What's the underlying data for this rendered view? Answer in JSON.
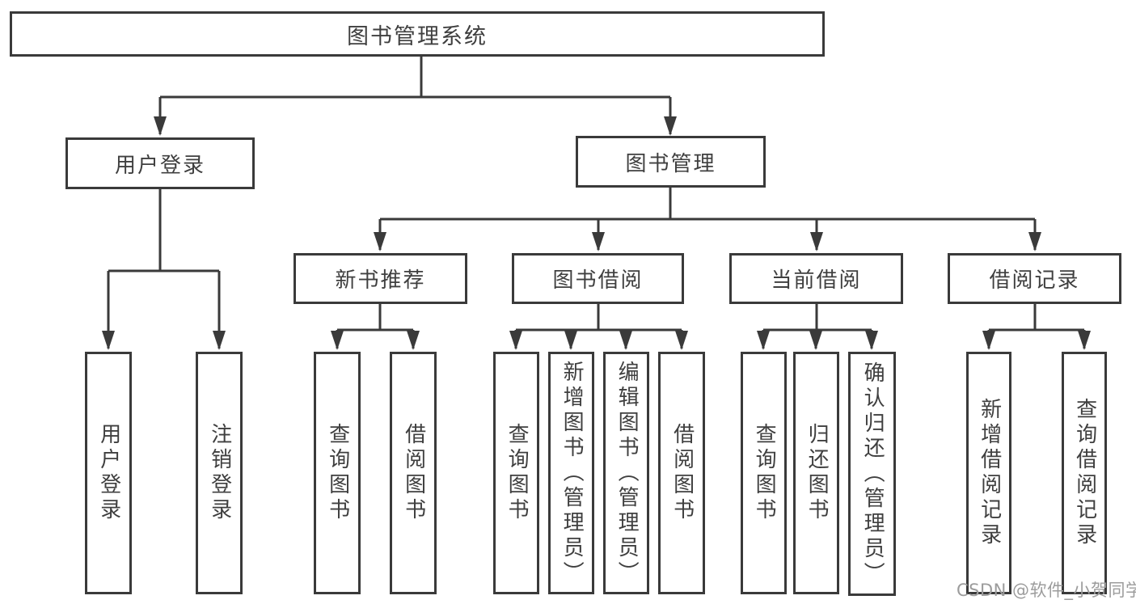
{
  "diagram_title": "图书管理系统",
  "tree": {
    "root": {
      "label": "图书管理系统",
      "children": [
        {
          "label": "用户登录",
          "children": [
            {
              "label": "用户登录"
            },
            {
              "label": "注销登录"
            }
          ]
        },
        {
          "label": "图书管理",
          "children": [
            {
              "label": "新书推荐",
              "children": [
                {
                  "label": "查询图书"
                },
                {
                  "label": "借阅图书"
                }
              ]
            },
            {
              "label": "图书借阅",
              "children": [
                {
                  "label": "查询图书"
                },
                {
                  "label": "新增图书（管理员）"
                },
                {
                  "label": "编辑图书（管理员）"
                },
                {
                  "label": "借阅图书"
                }
              ]
            },
            {
              "label": "当前借阅",
              "children": [
                {
                  "label": "查询图书"
                },
                {
                  "label": "归还图书"
                },
                {
                  "label": "确认归还（管理员）"
                }
              ]
            },
            {
              "label": "借阅记录",
              "children": [
                {
                  "label": "新增借阅记录"
                },
                {
                  "label": "查询借阅记录"
                }
              ]
            }
          ]
        }
      ]
    }
  },
  "watermark": {
    "text": "CSDN @软件_小贺同学"
  },
  "colors": {
    "line": "#3a3a3a",
    "text": "#3f3f3f",
    "background": "#ffffff",
    "watermark": "#9c9c9c"
  }
}
